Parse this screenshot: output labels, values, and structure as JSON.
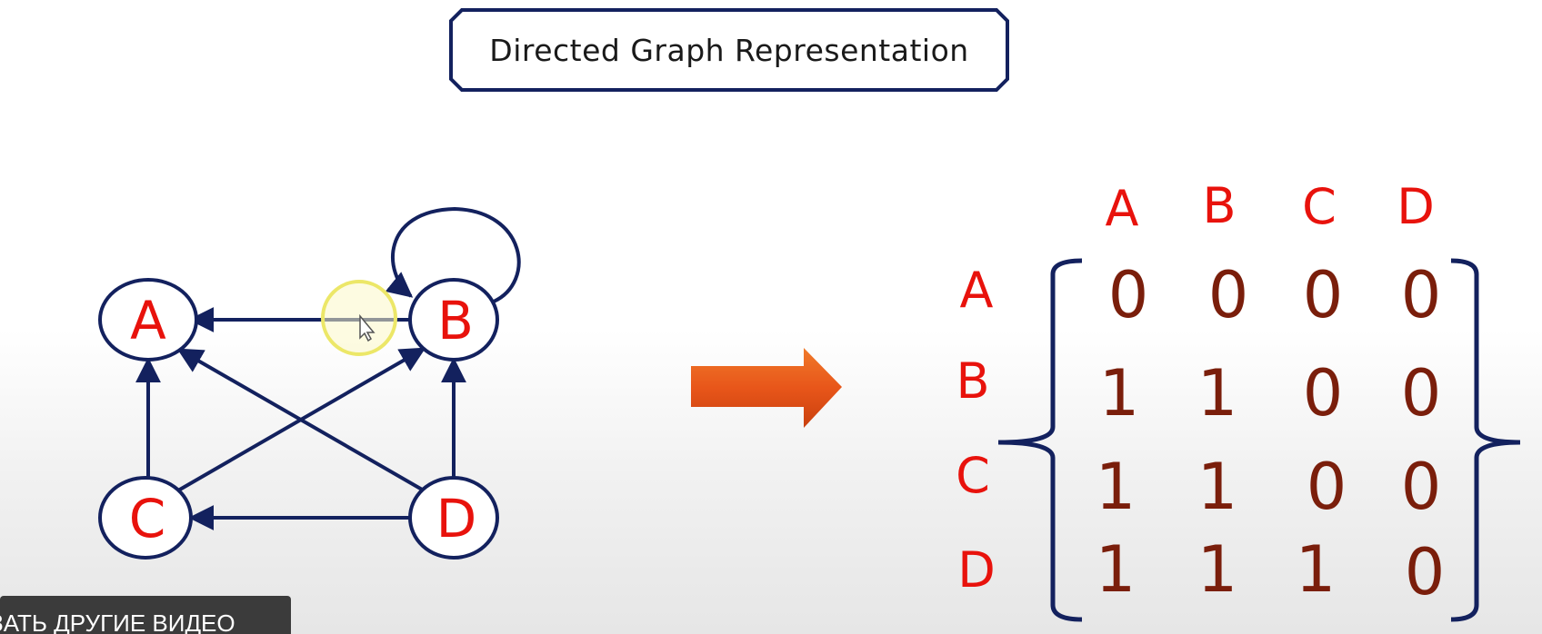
{
  "title": "Directed Graph Representation",
  "graph": {
    "nodes": [
      "A",
      "B",
      "C",
      "D"
    ],
    "edges": [
      {
        "from": "B",
        "to": "A"
      },
      {
        "from": "B",
        "to": "B"
      },
      {
        "from": "C",
        "to": "A"
      },
      {
        "from": "C",
        "to": "B"
      },
      {
        "from": "D",
        "to": "A"
      },
      {
        "from": "D",
        "to": "B"
      },
      {
        "from": "D",
        "to": "C"
      }
    ],
    "node_color": "#e8120c",
    "edge_color": "#13215e"
  },
  "arrow_color": "#e8561a",
  "matrix": {
    "column_labels": [
      "A",
      "B",
      "C",
      "D"
    ],
    "row_labels": [
      "A",
      "B",
      "C",
      "D"
    ],
    "rows": [
      [
        "0",
        "0",
        "0",
        "0"
      ],
      [
        "1",
        "1",
        "0",
        "0"
      ],
      [
        "1",
        "1",
        "0",
        "0"
      ],
      [
        "1",
        "1",
        "1",
        "0"
      ]
    ],
    "label_color": "#e8120c",
    "value_color": "#7a1e0b"
  },
  "overlay_button": "ЗАТЬ ДРУГИЕ ВИДЕО",
  "cursor_highlight_color": "#f2f07a"
}
